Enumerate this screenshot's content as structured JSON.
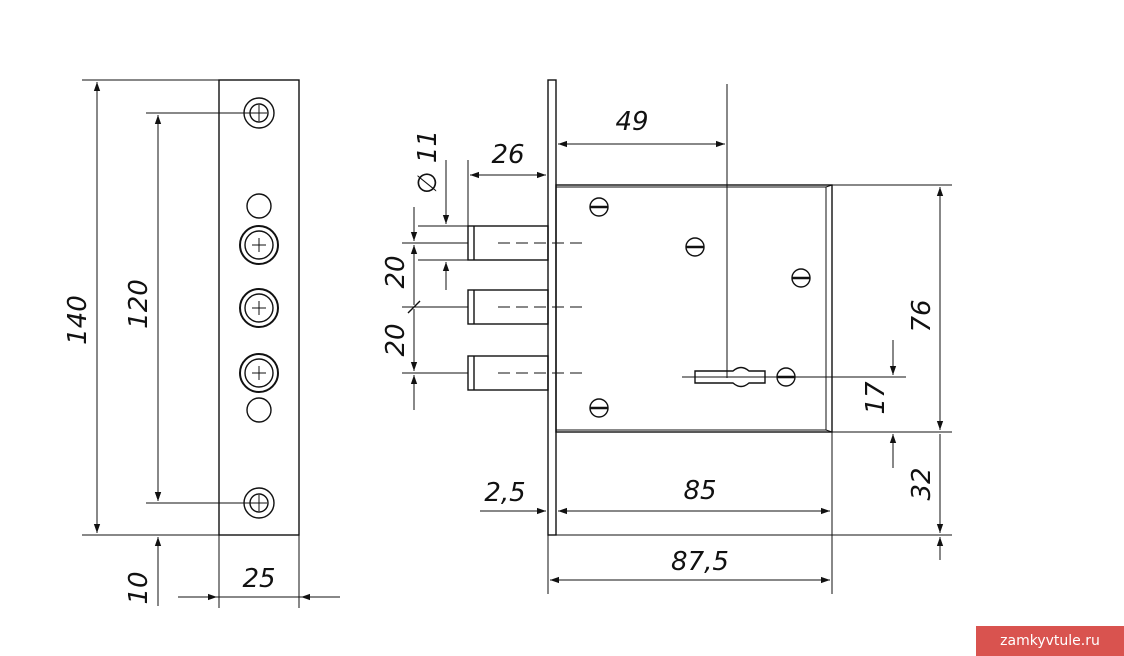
{
  "dimensions": {
    "d140": "140",
    "d120": "120",
    "d10": "10",
    "d25": "25",
    "d49": "49",
    "d26": "26",
    "dia11": "∅ 11",
    "d20a": "20",
    "d20b": "20",
    "d76": "76",
    "d17": "17",
    "d32": "32",
    "d2_5": "2,5",
    "d85": "85",
    "d87_5": "87,5"
  },
  "watermark": "zamkyvtule.ru",
  "colors": {
    "line": "#111111",
    "watermark_bg": "#d9534f",
    "watermark_text": "#ffffff"
  }
}
